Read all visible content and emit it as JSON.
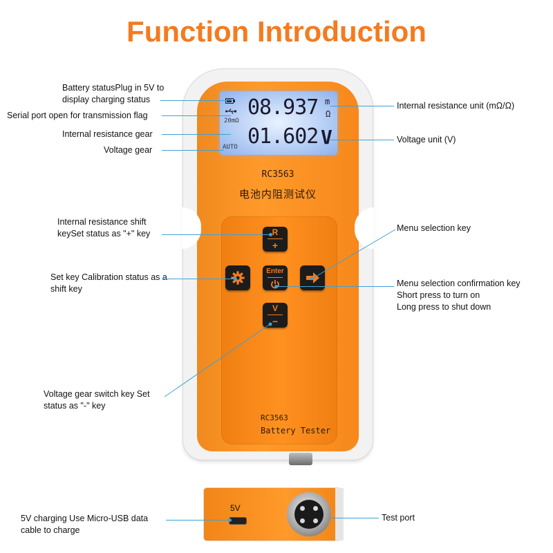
{
  "title": "Function Introduction",
  "labels": {
    "battery_status": "Battery statusPlug in 5V to display charging status",
    "serial_port": "Serial port open for transmission flag",
    "resistance_gear": "Internal resistance gear",
    "voltage_gear": "Voltage gear",
    "resistance_unit": "Internal resistance unit (mΩ/Ω)",
    "voltage_unit": "Voltage unit (V)",
    "resistance_shift_key": "Internal resistance shift keySet status as \"+\" key",
    "menu_selection_key": "Menu selection key",
    "set_key": "Set key Calibration status as a shift key",
    "menu_confirm_key": "Menu selection confirmation key",
    "short_press": "Short press to turn on",
    "long_press": "Long press to shut down",
    "voltage_switch_key": "Voltage gear switch key Set status as \"-\" key",
    "charging_port": "5V charging Use Micro-USB data cable to charge",
    "test_port": "Test port"
  },
  "lcd": {
    "resistance_value": "08.937",
    "resistance_unit_top": "m",
    "resistance_unit_bottom": "Ω",
    "voltage_value": "01.602",
    "voltage_unit": "V",
    "gear_label": "20mΩ",
    "auto_label": "AUTO"
  },
  "device": {
    "model": "RC3563",
    "chinese_name": "电池内阻测试仪",
    "bottom_model": "RC3563",
    "bottom_name": "Battery Tester",
    "usb_label": "5V"
  },
  "keys": {
    "r_top": "R",
    "r_bottom": "+",
    "enter": "Enter",
    "v_top": "V",
    "v_bottom": "−"
  },
  "icons": {
    "gear": "gear-icon",
    "arrow": "arrow-right-icon",
    "power": "power-icon",
    "battery": "battery-icon",
    "usb": "usb-icon"
  },
  "colors": {
    "title": "#f47b20",
    "body": "#ff9a2a",
    "leader": "#3fa0d6",
    "key": "#1c1c1c"
  }
}
